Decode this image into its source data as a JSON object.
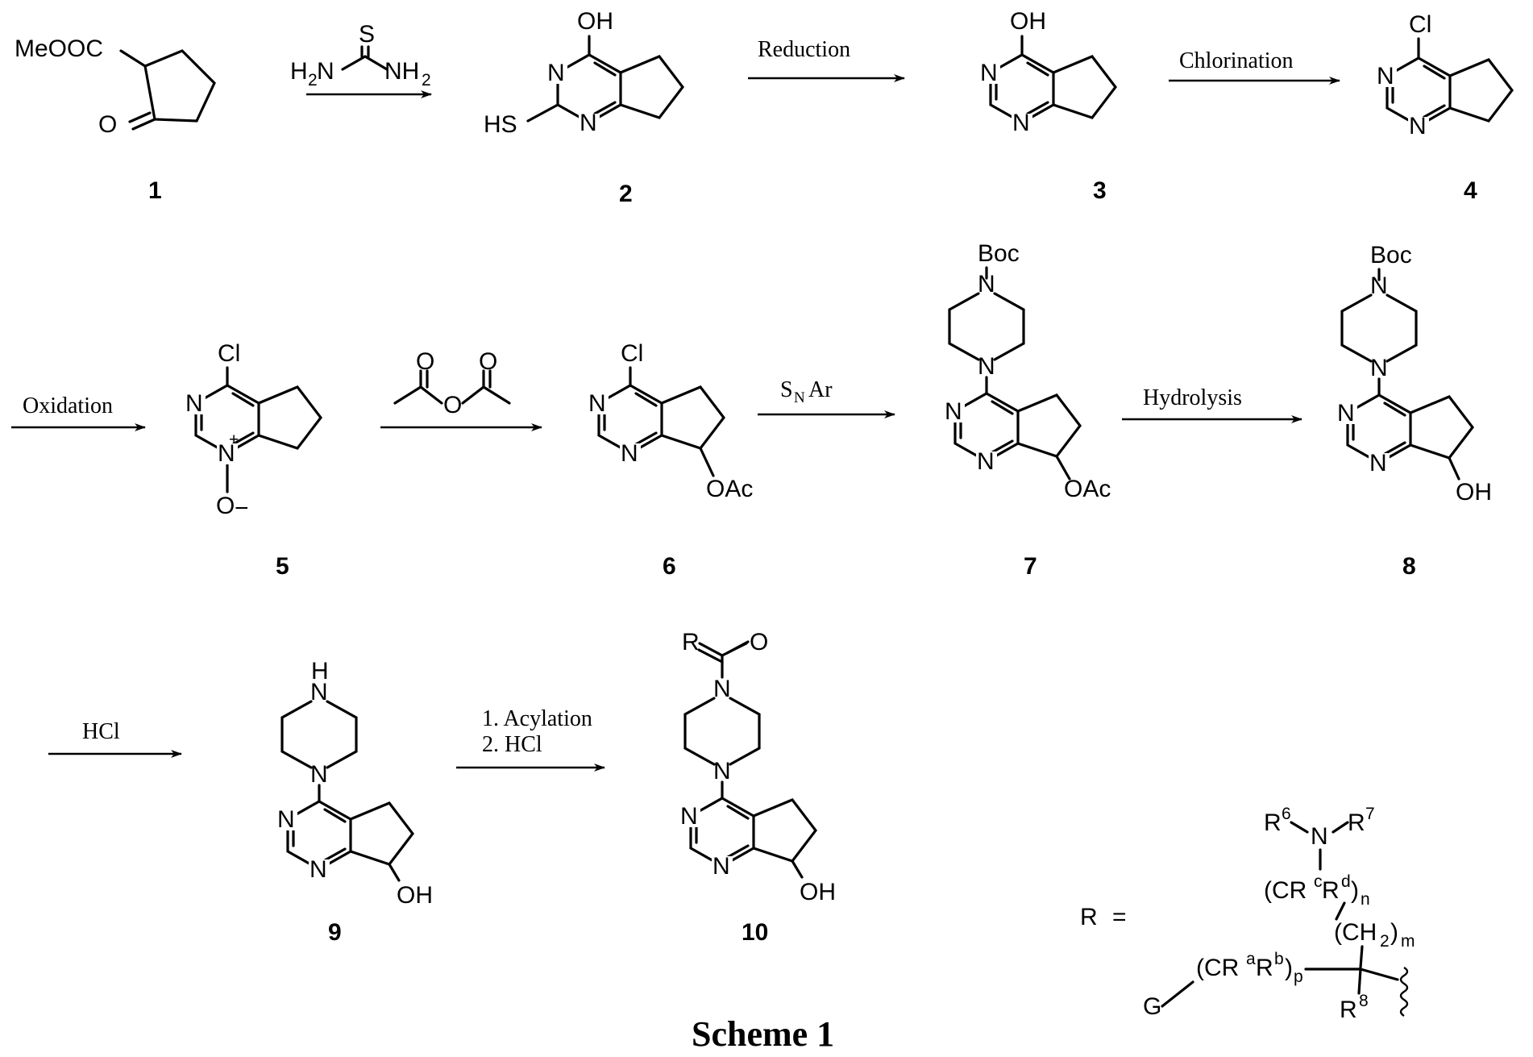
{
  "caption": "Scheme 1",
  "compound_labels": [
    "1",
    "2",
    "3",
    "4",
    "5",
    "6",
    "7",
    "8",
    "9",
    "10"
  ],
  "reagents": {
    "step2": "Reduction",
    "step3": "Chlorination",
    "step4": "Oxidation",
    "step6_s": "S",
    "step6_n": "N",
    "step6_ar": "Ar",
    "step7": "Hydrolysis",
    "step8": "HCl",
    "step9_line1": "1. Acylation",
    "step9_line2": "2. HCl"
  },
  "atoms": {
    "meooc": "MeOOC",
    "ketone_o": "O",
    "thiourea_s": "S",
    "thiourea_h2n": "H",
    "thiourea_n": "N",
    "thiourea_nh": "NH",
    "sub_2": "2",
    "oh": "OH",
    "hs": "HS",
    "n": "N",
    "cl": "Cl",
    "o": "O",
    "plus": "+",
    "minus": "−",
    "oac": "OAc",
    "boc": "Boc",
    "h": "H",
    "r": "R"
  },
  "r_group": {
    "lhs": "R",
    "equals": "=",
    "r6": "R",
    "r6_sup": "6",
    "r7": "R",
    "r7_sup": "7",
    "n": "N",
    "crcrd_open": "(CR",
    "c_sup": "c",
    "rd": "R",
    "d_sup": "d",
    "close": ")",
    "n_sub": "n",
    "ch2_open": "(CH",
    "ch2_sub": "2",
    "m_sub": "m",
    "g": "G",
    "crarb_open": "(CR",
    "a_sup": "a",
    "rb": "R",
    "b_sup": "b",
    "p_sub": "p",
    "r8": "R",
    "r8_sup": "8"
  }
}
